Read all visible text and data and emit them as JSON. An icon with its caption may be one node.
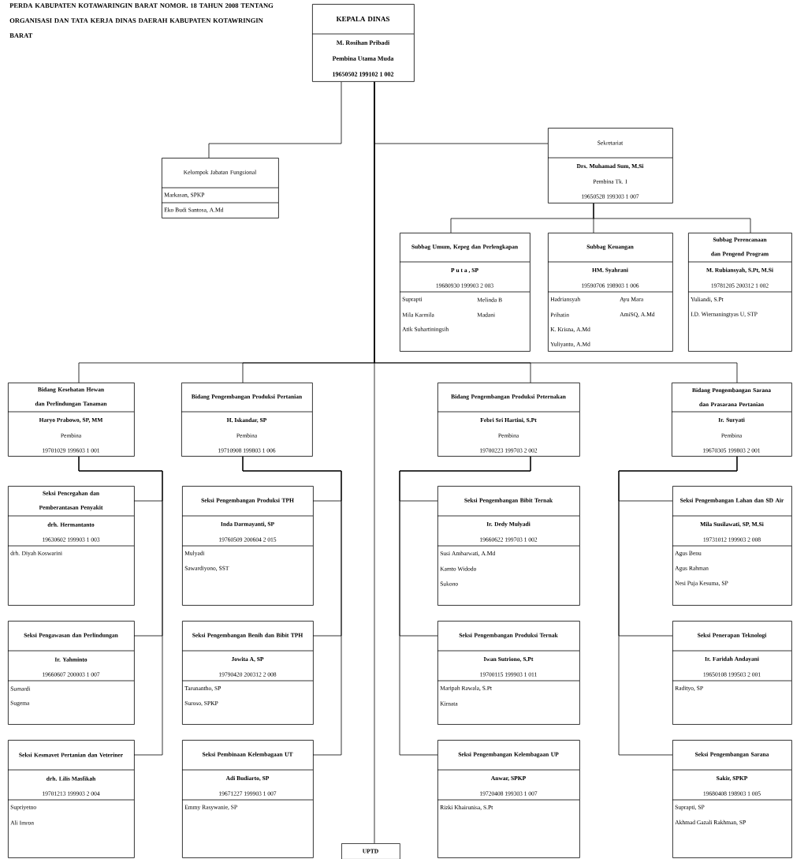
{
  "diagram": {
    "title": "PERDA KABUPATEN KOTAWARINGIN BARAT NOMOR. 18 TAHUN 2008 TENTANG ORGANISASI DAN TATA KERJA DINAS DAERAH KABUPATEN KOTAWRINGIN BARAT",
    "nodes": [
      {
        "text": [
          "KEPALA DINAS",
          "M. Rosihan Pribadi",
          "Pembina Utama Muda",
          "19650502 199102 1 002"
        ]
      },
      {
        "text": [
          "Kelompok Jabatan Fungsional",
          "Markasan, SPKP",
          "Eko Budi Santosa, A.Md"
        ]
      },
      {
        "text": [
          "Sekretariat",
          "Drs. Muhamad Sum, M.Si",
          "Pembina Tk. I",
          "19650528 199303 1 007"
        ]
      },
      {
        "text": [
          "Subbag Umum, Kepeg dan Perlengkapan",
          "P u t a , SP",
          "19680930 199903 2 003",
          "Suprapti",
          "Melinda B",
          "Mila Karmila",
          "Madani",
          "Atik Suhartiningsih"
        ]
      },
      {
        "text": [
          "Subbag Keuangan",
          "HM. Syahrani",
          "19590706 198903 1 006",
          "Hadriansyah",
          "Ayu Mara",
          "Prihatin",
          "AmiSQ, A.Md",
          "K. Krisna, A.Md",
          "Yuliyanto, A.Md"
        ]
      },
      {
        "text": [
          "Subbag Perencanaan dan Pengend Program",
          "M. Rubiansyah, S.Pt, M.Si",
          "19781205 200312 1 002",
          "Yuliandi, S.Pt",
          "I.D. Wiernaningtyas U, STP"
        ]
      },
      {
        "text": [
          "Bidang Kesehatan Hewan dan Perlindungan Tanaman",
          "Haryo Prabowo, SP, MM",
          "Pembina",
          "19701029 199603 1 001"
        ]
      },
      {
        "text": [
          "Bidang Pengembangan Produksi Pertanian",
          "H. Iskandar, SP",
          "Pembina",
          "19710908 199803 1 006"
        ]
      },
      {
        "text": [
          "Bidang Pengembangan Produksi Peternakan",
          "Febri Sri Hartini, S.Pt",
          "Pembina",
          "19700223 199703 2 002"
        ]
      },
      {
        "text": [
          "Bidang Pengembangan Sarana dan Prasarana Pertanian",
          "Ir. Suryati",
          "Pembina",
          "19670305 199803 2 001"
        ]
      },
      {
        "text": [
          "Seksi Pencegahan dan Pemberantasan Penyakit",
          "drh. Hermantanto",
          "19630602 199903 1 003",
          "drh. Diyah Koswarini"
        ]
      },
      {
        "text": [
          "Seksi Pengawasan dan Perlindungan",
          "Ir. Yahminto",
          "19660607 200003 1 007",
          "Sumardi",
          "Sugema"
        ]
      },
      {
        "text": [
          "Seksi Kesmavet Pertanian dan Veteriner",
          "drh. Lilis Masfikah",
          "19701213 199903 2 004",
          "Supriyetno",
          "Ali Imron"
        ]
      },
      {
        "text": [
          "Seksi Pengembangan Produksi TPH",
          "Inda Darmayanti, SP",
          "19760509 200604 2 015",
          "Mulyadi",
          "Sawardiyono, SST"
        ]
      },
      {
        "text": [
          "Seksi Pengembangan Benih dan Bibit TPH",
          "Jowita A, SP",
          "19790420 200312 2 008",
          "Tarunantho, SP",
          "Suroso, SPKP"
        ]
      },
      {
        "text": [
          "Seksi Pembinaan Kelembagaan UT",
          "Adi Budiarto, SP",
          "19671227 199903 1 007",
          "Emmy Rasywanie, SP"
        ]
      },
      {
        "text": [
          "Seksi Pengembangan Bibit Ternak",
          "Ir. Dedy Mulyadi",
          "19660622 199703 1 002",
          "Susi Ambarwati, A.Md",
          "Kamto Widodo",
          "Sukono"
        ]
      },
      {
        "text": [
          "Seksi Pengembangan Produksi Ternak",
          "Iwan Sutriono, S.Pt",
          "19700115 199903 1 011",
          "Maripah Rawala, S.Pt",
          "Kirnata"
        ]
      },
      {
        "text": [
          "Seksi Pengembangan Kelembagaan UP",
          "Anwar, SPKP",
          "19720408 199303 1 007",
          "Rizki Khairunisa, S.Pt"
        ]
      },
      {
        "text": [
          "Seksi Pengembangan Lahan dan SD Air",
          "Mila Susilawati, SP, M.Si",
          "19731012 199903 2 008",
          "Agus Benu",
          "Agus Rahman",
          "Nesi Puja Kesuma, SP"
        ]
      },
      {
        "text": [
          "Seksi Penerapan Teknologi",
          "Ir. Faridah Andayani",
          "19650108 199503 2 001",
          "Radityo, SP"
        ]
      },
      {
        "text": [
          "Seksi Pengembangan Sarana",
          "Sakir, SPKP",
          "19680408 198903 1 005",
          "Suprapti, SP",
          "Akhmad Gazali Rakhman, SP"
        ]
      },
      {
        "text": [
          "UPTD"
        ]
      }
    ],
    "edges": [
      {
        "from": 0,
        "to": 1,
        "arrow": "none"
      },
      {
        "from": 0,
        "to": 2,
        "arrow": "none"
      },
      {
        "from": 0,
        "to": 6,
        "arrow": "none"
      },
      {
        "from": 0,
        "to": 7,
        "arrow": "none"
      },
      {
        "from": 0,
        "to": 8,
        "arrow": "none"
      },
      {
        "from": 0,
        "to": 9,
        "arrow": "none"
      },
      {
        "from": 0,
        "to": 22,
        "arrow": "none"
      },
      {
        "from": 2,
        "to": 3,
        "arrow": "none"
      },
      {
        "from": 2,
        "to": 4,
        "arrow": "none"
      },
      {
        "from": 2,
        "to": 5,
        "arrow": "none"
      },
      {
        "from": 6,
        "to": 10,
        "arrow": "none"
      },
      {
        "from": 6,
        "to": 11,
        "arrow": "none"
      },
      {
        "from": 6,
        "to": 12,
        "arrow": "none"
      },
      {
        "from": 7,
        "to": 13,
        "arrow": "none"
      },
      {
        "from": 7,
        "to": 14,
        "arrow": "none"
      },
      {
        "from": 7,
        "to": 15,
        "arrow": "none"
      },
      {
        "from": 8,
        "to": 16,
        "arrow": "none"
      },
      {
        "from": 8,
        "to": 17,
        "arrow": "none"
      },
      {
        "from": 8,
        "to": 18,
        "arrow": "none"
      },
      {
        "from": 9,
        "to": 19,
        "arrow": "none"
      },
      {
        "from": 9,
        "to": 20,
        "arrow": "none"
      },
      {
        "from": 9,
        "to": 21,
        "arrow": "none"
      }
    ]
  }
}
